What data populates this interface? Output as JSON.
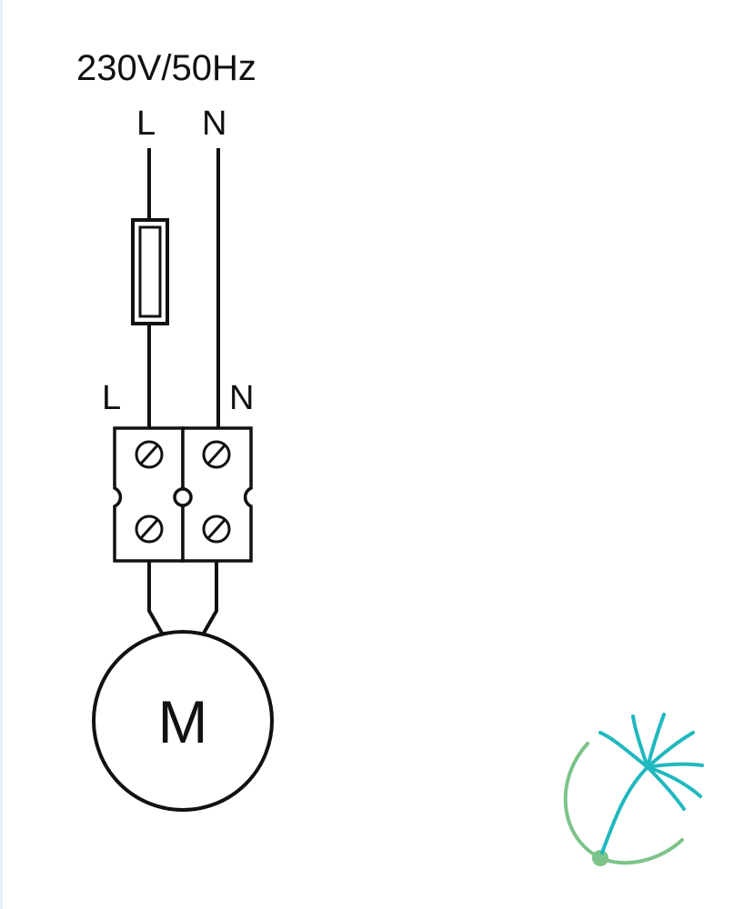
{
  "diagram": {
    "supply_label": "230V/50Hz",
    "supply_line_label": "L",
    "supply_neutral_label": "N",
    "terminal_line_label": "L",
    "terminal_neutral_label": "N",
    "motor_label": "M"
  },
  "colors": {
    "ink": "#111111",
    "logo_teal": "#21b8bf",
    "logo_green": "#7cc38a"
  },
  "icons": {
    "watermark": "dandelion-seed-logo-icon"
  }
}
